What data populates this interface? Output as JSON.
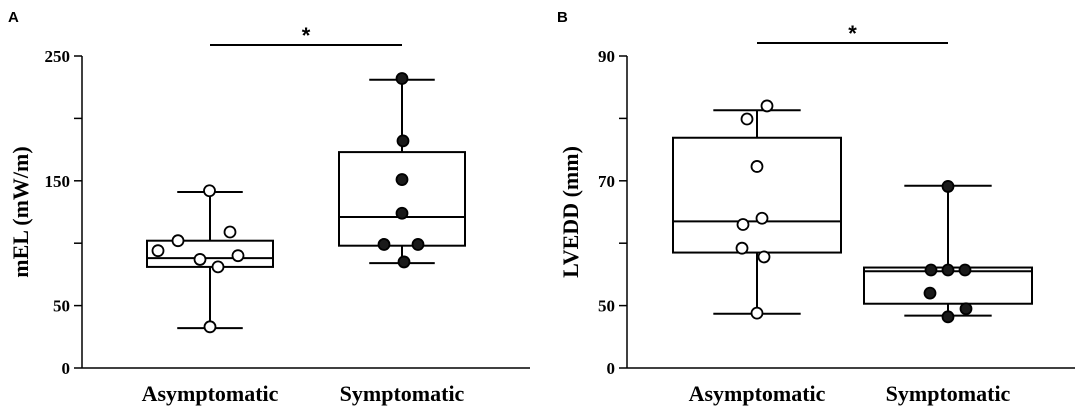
{
  "chart_data": [
    {
      "type": "box",
      "panel_label": "A",
      "ylabel": "mEL (mW/m)",
      "ylim": [
        0,
        250
      ],
      "yticks": [
        0,
        50,
        100,
        150,
        200,
        250
      ],
      "ytick_labels": [
        "0",
        "50",
        "",
        "150",
        "",
        "250"
      ],
      "categories": [
        "Asymptomatic",
        "Symptomatic"
      ],
      "significance": "*",
      "groups": [
        {
          "name": "Asymptomatic",
          "marker": "open",
          "whisker_low": 32,
          "q1": 81,
          "median": 88,
          "q3": 102,
          "whisker_high": 141,
          "points": [
            142,
            102,
            109,
            94,
            90,
            87,
            81,
            33
          ]
        },
        {
          "name": "Symptomatic",
          "marker": "filled",
          "whisker_low": 84,
          "q1": 98,
          "median": 121,
          "q3": 173,
          "whisker_high": 231,
          "points": [
            232,
            182,
            151,
            124,
            99,
            99,
            85
          ]
        }
      ]
    },
    {
      "type": "box",
      "panel_label": "B",
      "ylabel": "LVEDD (mm)",
      "ylim": [
        40,
        90
      ],
      "yticks": [
        40,
        50,
        60,
        70,
        80,
        90
      ],
      "ytick_labels": [
        "0",
        "50",
        "",
        "70",
        "",
        "90"
      ],
      "categories": [
        "Asymptomatic",
        "Symptomatic"
      ],
      "significance": "*",
      "groups": [
        {
          "name": "Asymptomatic",
          "marker": "open",
          "whisker_low": 48.7,
          "q1": 58.5,
          "median": 63.5,
          "q3": 76.9,
          "whisker_high": 81.3,
          "points": [
            82.0,
            79.9,
            72.3,
            64.0,
            63.0,
            59.2,
            57.8,
            48.8
          ]
        },
        {
          "name": "Symptomatic",
          "marker": "filled",
          "whisker_low": 48.4,
          "q1": 50.3,
          "median": 55.5,
          "q3": 56.1,
          "whisker_high": 69.2,
          "points": [
            69.1,
            55.7,
            55.7,
            55.7,
            52.0,
            49.5,
            48.2
          ]
        }
      ]
    }
  ]
}
